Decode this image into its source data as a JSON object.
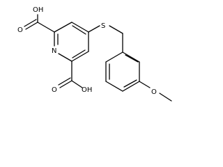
{
  "molecule": {
    "labels": {
      "acid_top_oh": "OH",
      "acid_top_o": "O",
      "ring_n": "N",
      "acid_bottom_o": "O",
      "acid_bottom_oh": "OH",
      "sulfur": "S",
      "ether_o": "O"
    },
    "colors": {
      "bond": "#000000",
      "text": "#000000",
      "background": "#ffffff"
    }
  }
}
